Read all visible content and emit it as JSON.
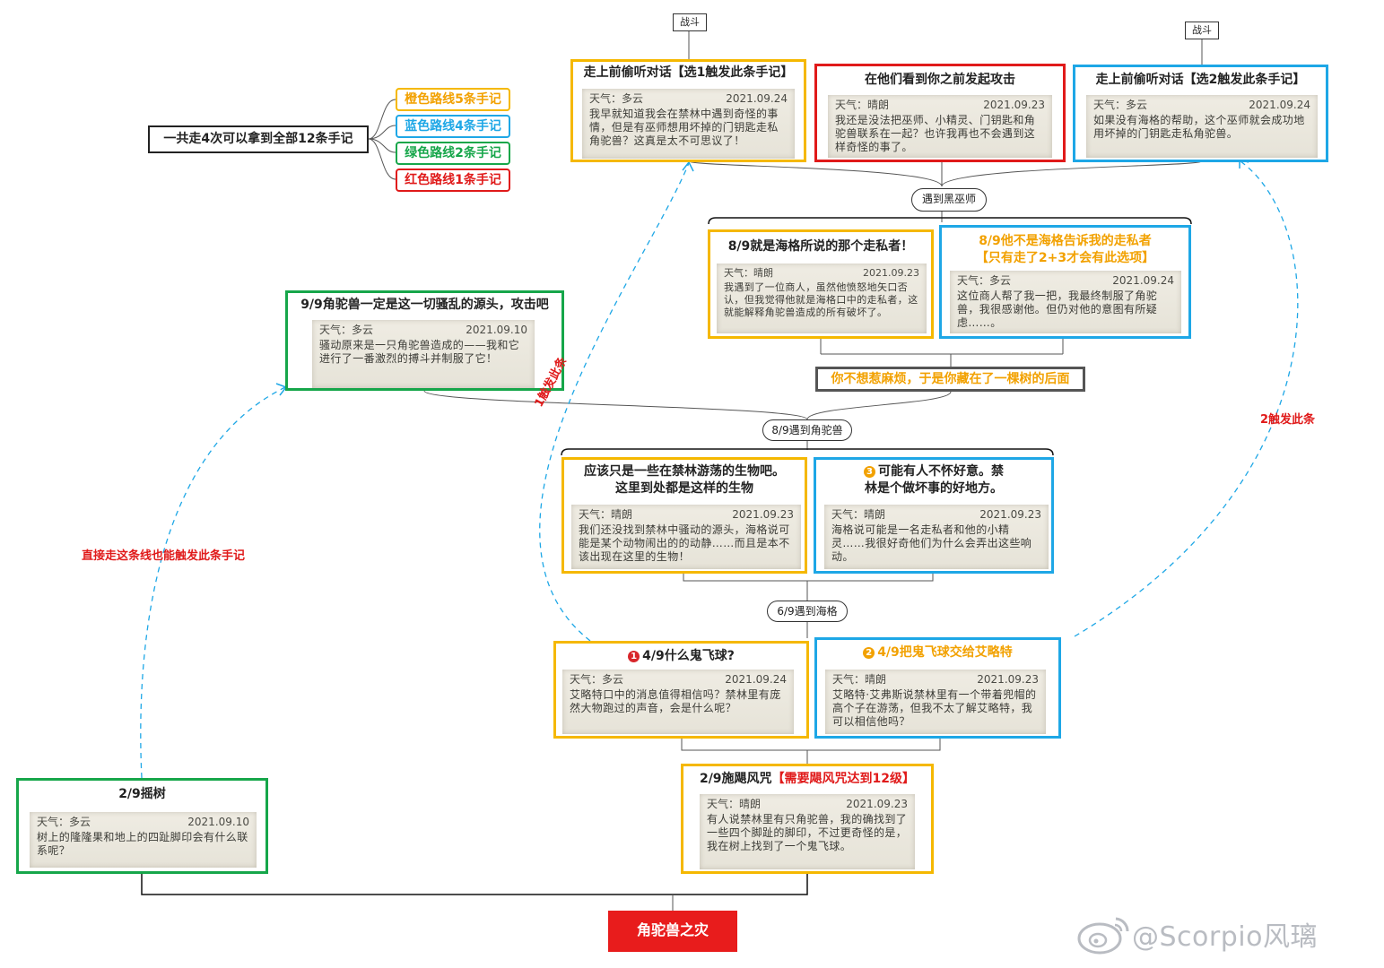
{
  "summary": "一共走4次可以拿到全部12条手记",
  "legend": [
    {
      "text": "橙色路线5条手记",
      "color": "#f5b800"
    },
    {
      "text": "蓝色路线4条手记",
      "color": "#1ea7e6"
    },
    {
      "text": "绿色路线2条手记",
      "color": "#16a64a"
    },
    {
      "text": "红色路线1条手记",
      "color": "#e01a1a"
    }
  ],
  "fight_tag": "战斗",
  "root": "角驼兽之灾",
  "encounters": {
    "black_wizard": "遇到黑巫师",
    "horned_beast": "8/9遇到角驼兽",
    "hagrid": "6/9遇到海格"
  },
  "hide_option": "你不想惹麻烦，于是你藏在了一棵树的后面",
  "annotations": {
    "direct": "直接走这条线也能触发此条手记",
    "trigger1": "1触发此条",
    "trigger2": "2触发此条"
  },
  "nodes": {
    "eavesdrop1": {
      "title": "走上前偷听对话【选1触发此条手记】",
      "weather": "天气：多云",
      "date": "2021.09.24",
      "text": "我早就知道我会在禁林中遇到奇怪的事情，但是有巫师想用坏掉的门钥匙走私角驼兽？这真是太不可思议了！"
    },
    "attack": {
      "title": "在他们看到你之前发起攻击",
      "weather": "天气：晴朗",
      "date": "2021.09.23",
      "text": "我还是没法把巫师、小精灵、门钥匙和角驼兽联系在一起？也许我再也不会遇到这样奇怪的事了。"
    },
    "eavesdrop2": {
      "title": "走上前偷听对话【选2触发此条手记】",
      "weather": "天气：多云",
      "date": "2021.09.24",
      "text": "如果没有海格的帮助，这个巫师就会成功地用坏掉的门钥匙走私角驼兽。"
    },
    "smuggler_yes": {
      "title": "8/9就是海格所说的那个走私者！",
      "weather": "天气：晴朗",
      "date": "2021.09.23",
      "text": "我遇到了一位商人，虽然他愤怒地矢口否认，但我觉得他就是海格口中的走私者，这就能解释角驼兽造成的所有破坏了。"
    },
    "smuggler_no": {
      "title": "8/9他不是海格告诉我的走私者",
      "title2": "【只有走了2+3才会有此选项】",
      "weather": "天气：多云",
      "date": "2021.09.24",
      "text": "这位商人帮了我一把，我最终制服了角驼兽，我很感谢他。但仍对他的意图有所疑虑……。"
    },
    "beast_source": {
      "title": "9/9角驼兽一定是这一切骚乱的源头，攻击吧",
      "weather": "天气：多云",
      "date": "2021.09.10",
      "text": "骚动原来是一只角驼兽造成的——我和它进行了一番激烈的搏斗并制服了它！"
    },
    "creatures": {
      "title": "应该只是一些在禁林游荡的生物吧。这里到处都是这样的生物",
      "weather": "天气：晴朗",
      "date": "2021.09.23",
      "text": "我们还没找到禁林中骚动的源头，海格说可能是某个动物闹出的的动静……而且是本不该出现在这里的生物！"
    },
    "bad_intent": {
      "badge": "3",
      "title": "可能有人不怀好意。禁林是个做坏事的好地方。",
      "weather": "天气：晴朗",
      "date": "2021.09.23",
      "text": "海格说可能是一名走私者和他的小精灵……我很好奇他们为什么会弄出这些响动。"
    },
    "what_ball": {
      "badge": "1",
      "title": "4/9什么鬼飞球?",
      "weather": "天气：多云",
      "date": "2021.09.24",
      "text": "艾略特口中的消息值得相信吗？禁林里有庞然大物跑过的声音，会是什么呢？"
    },
    "give_ball": {
      "badge": "2",
      "title": "4/9把鬼飞球交给艾略特",
      "weather": "天气：晴朗",
      "date": "2021.09.23",
      "text": "艾略特·艾弗斯说禁林里有一个带着兜帽的高个子在游荡，但我不太了解艾略特，我可以相信他吗？"
    },
    "shake_tree": {
      "title": "2/9摇树",
      "weather": "天气：多云",
      "date": "2021.09.10",
      "text": "树上的隆隆果和地上的四趾脚印会有什么联系呢？"
    },
    "levioso": {
      "title": "2/9施飓风咒",
      "title_req": "【需要飓风咒达到12级】",
      "weather": "天气：晴朗",
      "date": "2021.09.23",
      "text": "有人说禁林里有只角驼兽，我的确找到了一些四个脚趾的脚印，不过更奇怪的是，我在树上找到了一个鬼飞球。"
    }
  },
  "watermark": "@Scorpio风璃"
}
